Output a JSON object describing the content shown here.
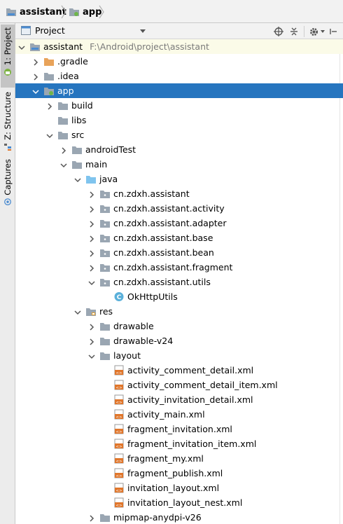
{
  "breadcrumbs": [
    {
      "label": "assistant",
      "icon": "project-folder-icon"
    },
    {
      "label": "app",
      "icon": "module-folder-icon"
    }
  ],
  "tool_strip": [
    {
      "label": "1: Project",
      "active": true
    },
    {
      "label": "Z: Structure",
      "active": false
    },
    {
      "label": "Captures",
      "active": false
    }
  ],
  "panel": {
    "title": "Project",
    "buttons": [
      "locate-icon",
      "collapse-all-icon",
      "gear-icon",
      "hide-icon"
    ]
  },
  "colors": {
    "selection": "#2675bf",
    "folder": "#9aa6b2",
    "gradle_folder": "#e8a35a",
    "source_folder": "#7fc4ee",
    "xml_file": "#e0762b",
    "class_file": "#5ab0da"
  },
  "tree": [
    {
      "label": "assistant",
      "path": "F:\\Android\\project\\assistant",
      "depth": 0,
      "expanded": true,
      "type": "project"
    },
    {
      "label": ".gradle",
      "depth": 1,
      "expanded": false,
      "type": "gradle"
    },
    {
      "label": ".idea",
      "depth": 1,
      "expanded": false,
      "type": "folder"
    },
    {
      "label": "app",
      "depth": 1,
      "expanded": true,
      "type": "module",
      "selected": true
    },
    {
      "label": "build",
      "depth": 2,
      "expanded": false,
      "type": "folder"
    },
    {
      "label": "libs",
      "depth": 2,
      "type": "folder",
      "leaf": true
    },
    {
      "label": "src",
      "depth": 2,
      "expanded": true,
      "type": "folder"
    },
    {
      "label": "androidTest",
      "depth": 3,
      "expanded": false,
      "type": "folder"
    },
    {
      "label": "main",
      "depth": 3,
      "expanded": true,
      "type": "folder"
    },
    {
      "label": "java",
      "depth": 4,
      "expanded": true,
      "type": "source"
    },
    {
      "label": "cn.zdxh.assistant",
      "depth": 5,
      "expanded": false,
      "type": "package"
    },
    {
      "label": "cn.zdxh.assistant.activity",
      "depth": 5,
      "expanded": false,
      "type": "package"
    },
    {
      "label": "cn.zdxh.assistant.adapter",
      "depth": 5,
      "expanded": false,
      "type": "package"
    },
    {
      "label": "cn.zdxh.assistant.base",
      "depth": 5,
      "expanded": false,
      "type": "package"
    },
    {
      "label": "cn.zdxh.assistant.bean",
      "depth": 5,
      "expanded": false,
      "type": "package"
    },
    {
      "label": "cn.zdxh.assistant.fragment",
      "depth": 5,
      "expanded": false,
      "type": "package"
    },
    {
      "label": "cn.zdxh.assistant.utils",
      "depth": 5,
      "expanded": true,
      "type": "package"
    },
    {
      "label": "OkHttpUtils",
      "depth": 6,
      "type": "class",
      "leaf": true
    },
    {
      "label": "res",
      "depth": 4,
      "expanded": true,
      "type": "resource"
    },
    {
      "label": "drawable",
      "depth": 5,
      "expanded": false,
      "type": "folder"
    },
    {
      "label": "drawable-v24",
      "depth": 5,
      "expanded": false,
      "type": "folder"
    },
    {
      "label": "layout",
      "depth": 5,
      "expanded": true,
      "type": "folder"
    },
    {
      "label": "activity_comment_detail.xml",
      "depth": 6,
      "type": "xml",
      "leaf": true
    },
    {
      "label": "activity_comment_detail_item.xml",
      "depth": 6,
      "type": "xml",
      "leaf": true
    },
    {
      "label": "activity_invitation_detail.xml",
      "depth": 6,
      "type": "xml",
      "leaf": true
    },
    {
      "label": "activity_main.xml",
      "depth": 6,
      "type": "xml",
      "leaf": true
    },
    {
      "label": "fragment_invitation.xml",
      "depth": 6,
      "type": "xml",
      "leaf": true
    },
    {
      "label": "fragment_invitation_item.xml",
      "depth": 6,
      "type": "xml",
      "leaf": true
    },
    {
      "label": "fragment_my.xml",
      "depth": 6,
      "type": "xml",
      "leaf": true
    },
    {
      "label": "fragment_publish.xml",
      "depth": 6,
      "type": "xml",
      "leaf": true
    },
    {
      "label": "invitation_layout.xml",
      "depth": 6,
      "type": "xml",
      "leaf": true
    },
    {
      "label": "invitation_layout_nest.xml",
      "depth": 6,
      "type": "xml",
      "leaf": true
    },
    {
      "label": "mipmap-anydpi-v26",
      "depth": 5,
      "expanded": false,
      "type": "folder"
    }
  ]
}
